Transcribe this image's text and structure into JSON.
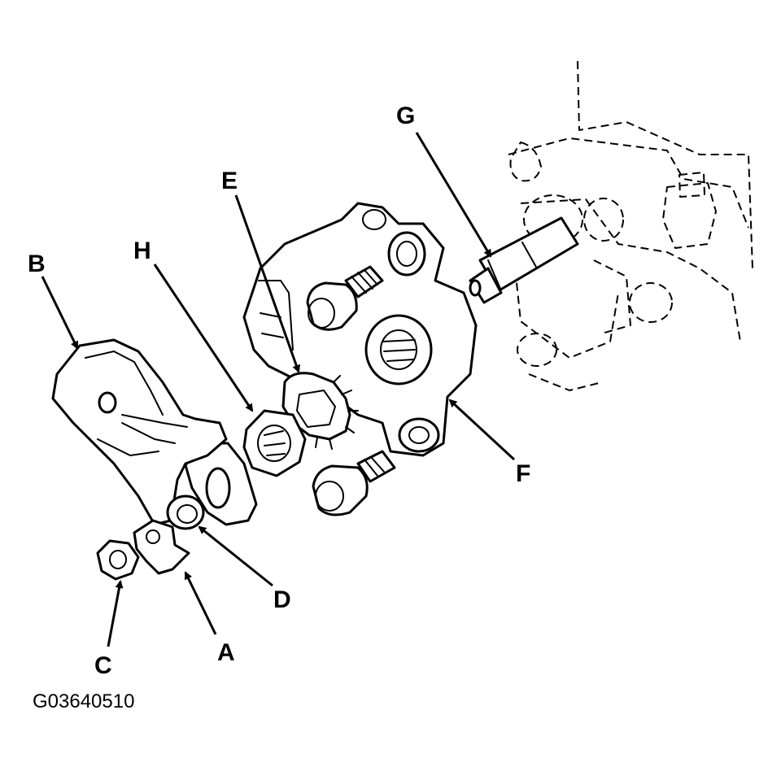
{
  "labels": {
    "A": "A",
    "B": "B",
    "C": "C",
    "D": "D",
    "E": "E",
    "F": "F",
    "G": "G",
    "H": "H"
  },
  "figure_code": "G03640510",
  "colors": {
    "ink": "#000000",
    "paper": "#ffffff"
  }
}
